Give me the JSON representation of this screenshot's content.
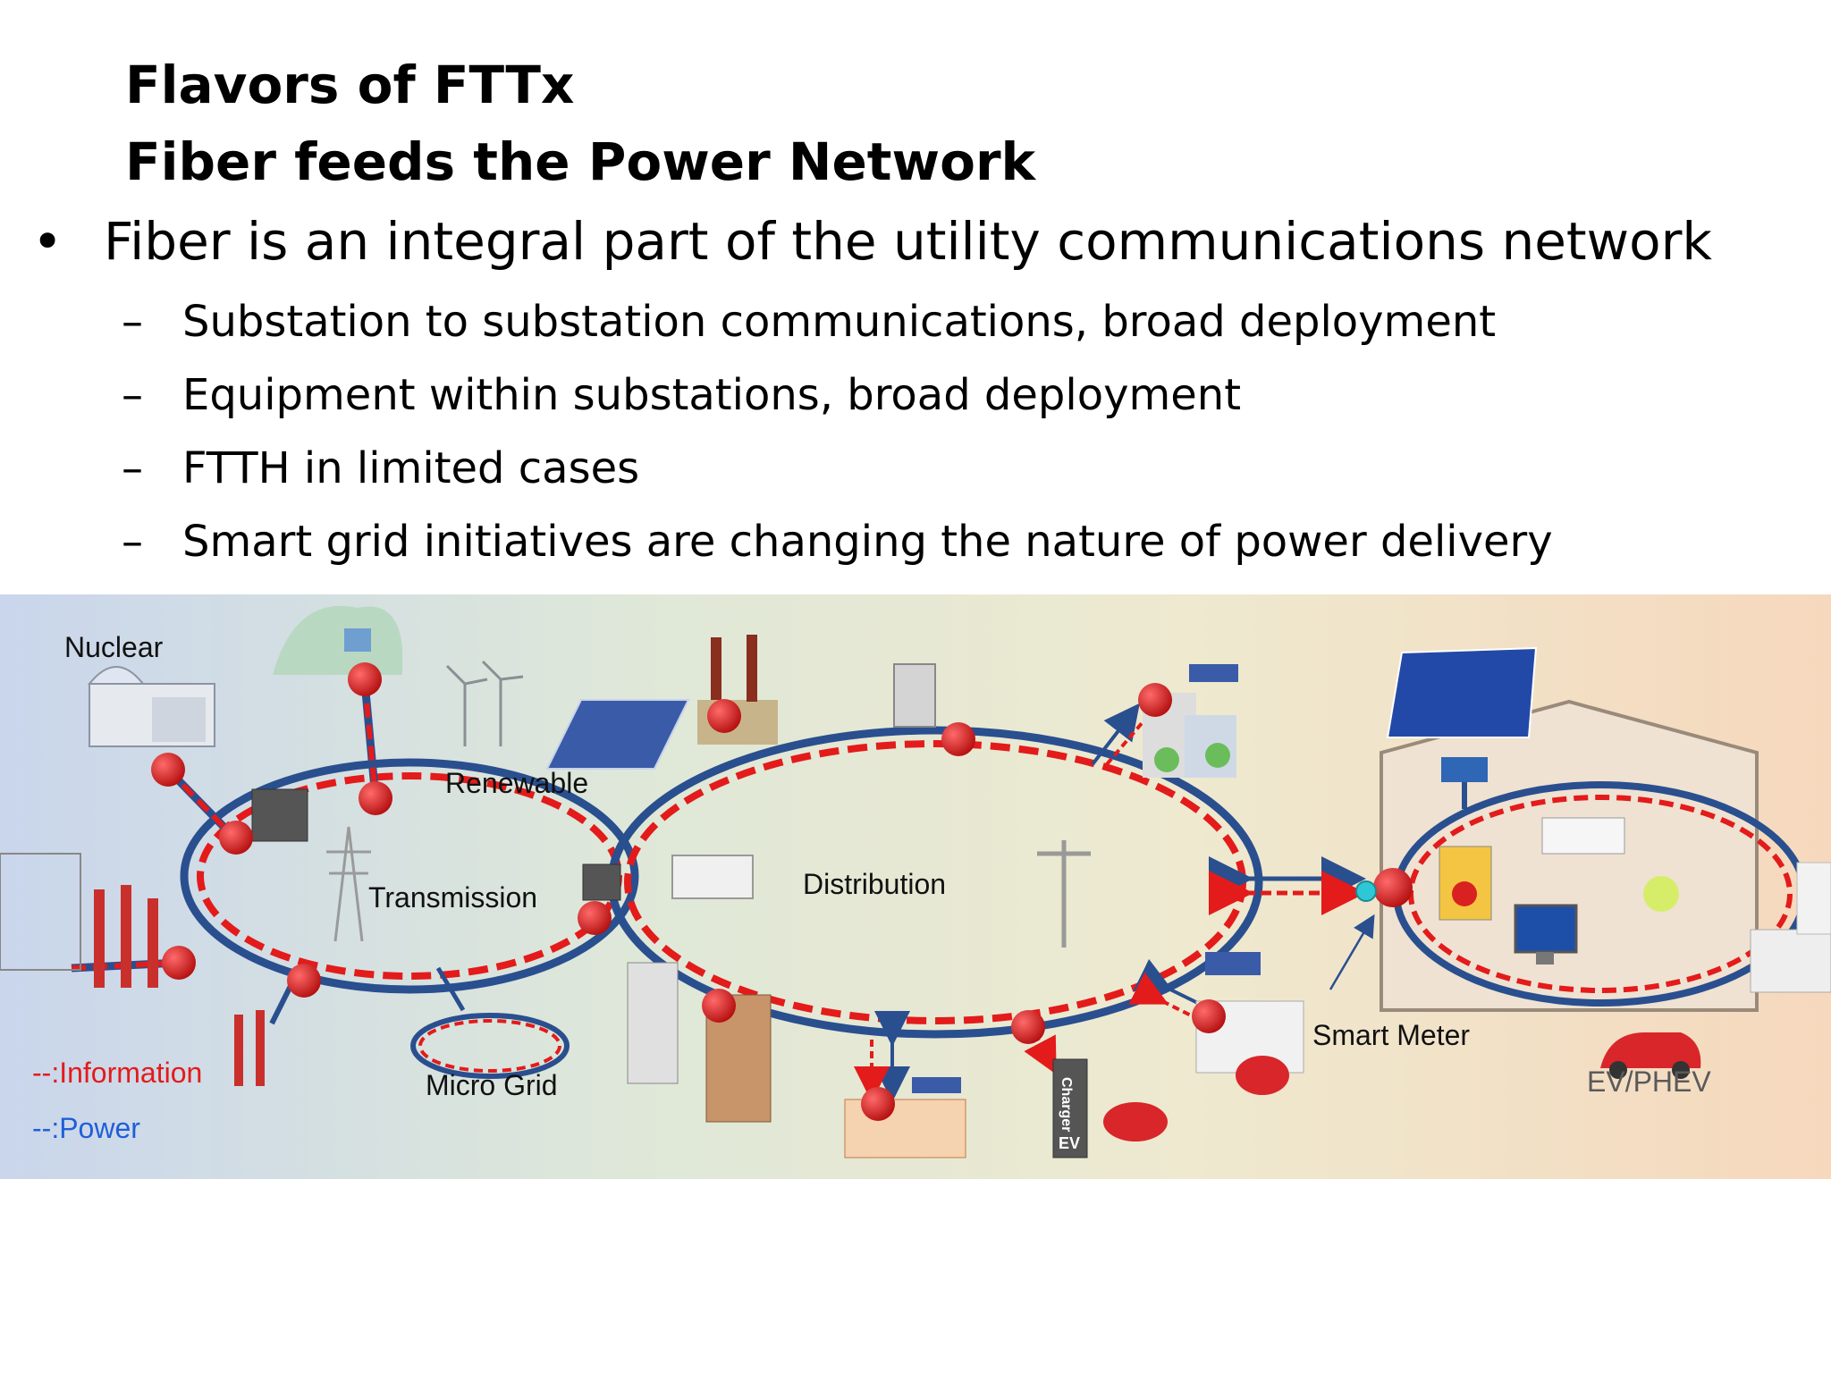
{
  "title": {
    "line1": "Flavors of FTTx",
    "line2": "Fiber feeds the Power Network"
  },
  "bullet": {
    "text": "Fiber is an integral part of the utility communications network",
    "subs": [
      "Substation to substation communications, broad deployment",
      "Equipment within substations, broad deployment",
      "FTTH in limited cases",
      "Smart grid initiatives are changing the nature of power delivery"
    ]
  },
  "diagram": {
    "labels": {
      "nuclear": "Nuclear",
      "renewable": "Renewable",
      "transmission": "Transmission",
      "distribution": "Distribution",
      "micro_grid": "Micro Grid",
      "smart_meter": "Smart Meter",
      "ev_phev": "EV/PHEV",
      "charger": "Charger",
      "ev": "EV"
    },
    "legend": {
      "information": "--:Information",
      "power": "--:Power"
    },
    "colors": {
      "information": "#e31b1b",
      "power": "#2a4f8f",
      "node": "#d92121"
    }
  }
}
